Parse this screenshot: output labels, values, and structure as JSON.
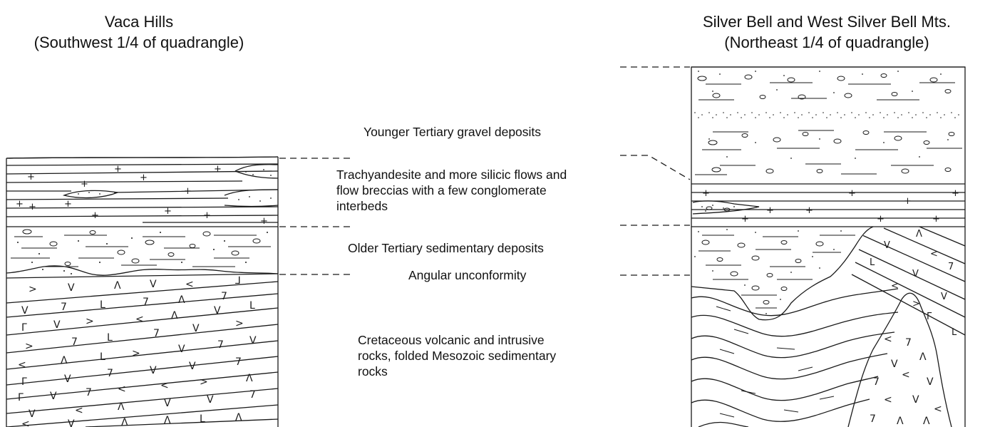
{
  "left_column": {
    "title_line1": "Vaca Hills",
    "title_line2": "(Southwest 1/4 of quadrangle)"
  },
  "right_column": {
    "title_line1": "Silver Bell and West Silver Bell Mts.",
    "title_line2": "(Northeast 1/4 of quadrangle)"
  },
  "units": [
    {
      "id": "younger-gravel",
      "text": "Younger Tertiary gravel deposits"
    },
    {
      "id": "trachyandesite",
      "line1": "Trachyandesite and more silicic flows and",
      "line2": "flow breccias with a few conglomerate",
      "line3": "interbeds"
    },
    {
      "id": "older-sedimentary",
      "text": "Older Tertiary sedimentary deposits"
    },
    {
      "id": "unconformity",
      "text": "Angular unconformity"
    },
    {
      "id": "cretaceous",
      "line1": "Cretaceous volcanic and intrusive",
      "line2": "rocks, folded Mesozoic sedimentary",
      "line3": "rocks"
    }
  ]
}
